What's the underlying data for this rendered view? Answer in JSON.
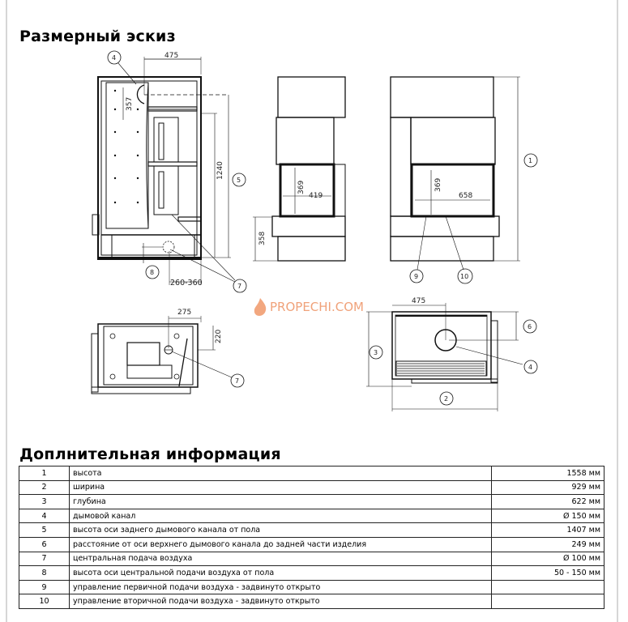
{
  "sections": {
    "sketch_title": "Размерный эскиз",
    "info_title": "Доплнительная информация"
  },
  "watermark": {
    "text": "PROPECHI.COM",
    "color": "#f0a27a"
  },
  "drawing": {
    "side_view": {
      "dims": {
        "top_width": "475",
        "flue_offset": "357",
        "height_flue": "1240",
        "air_range": "260-360"
      },
      "callouts": [
        "4",
        "5",
        "8",
        "7"
      ]
    },
    "front_view_narrow": {
      "dims": {
        "opening_height": "369",
        "opening_width": "419",
        "base_height": "358"
      }
    },
    "front_view_wide": {
      "dims": {
        "opening_height": "369",
        "opening_width": "658"
      },
      "callouts": [
        "1",
        "9",
        "10"
      ]
    },
    "bottom_view": {
      "dims": {
        "width": "275",
        "depth": "220"
      },
      "callouts": [
        "7"
      ]
    },
    "top_view": {
      "dims": {
        "width": "475"
      },
      "callouts": [
        "3",
        "6",
        "4",
        "2"
      ]
    }
  },
  "table": {
    "rows": [
      {
        "num": "1",
        "desc": "высота",
        "value": "1558 мм"
      },
      {
        "num": "2",
        "desc": "ширина",
        "value": "929 мм"
      },
      {
        "num": "3",
        "desc": "глубина",
        "value": "622 мм"
      },
      {
        "num": "4",
        "desc": "дымовой канал",
        "value": "Ø 150 мм"
      },
      {
        "num": "5",
        "desc": "высота оси заднего дымового канала от пола",
        "value": "1407 мм"
      },
      {
        "num": "6",
        "desc": "расстояние от оси верхнего дымового канала до задней части изделия",
        "value": "249 мм"
      },
      {
        "num": "7",
        "desc": "центральная подача воздуха",
        "value": "Ø 100 мм"
      },
      {
        "num": "8",
        "desc": "высота оси центральной подачи воздуха от пола",
        "value": "50 - 150 мм"
      },
      {
        "num": "9",
        "desc": "управление первичной подачи воздуха - задвинуто открыто",
        "value": ""
      },
      {
        "num": "10",
        "desc": "управление вторичной подачи воздуха - задвинуто открыто",
        "value": ""
      }
    ]
  }
}
